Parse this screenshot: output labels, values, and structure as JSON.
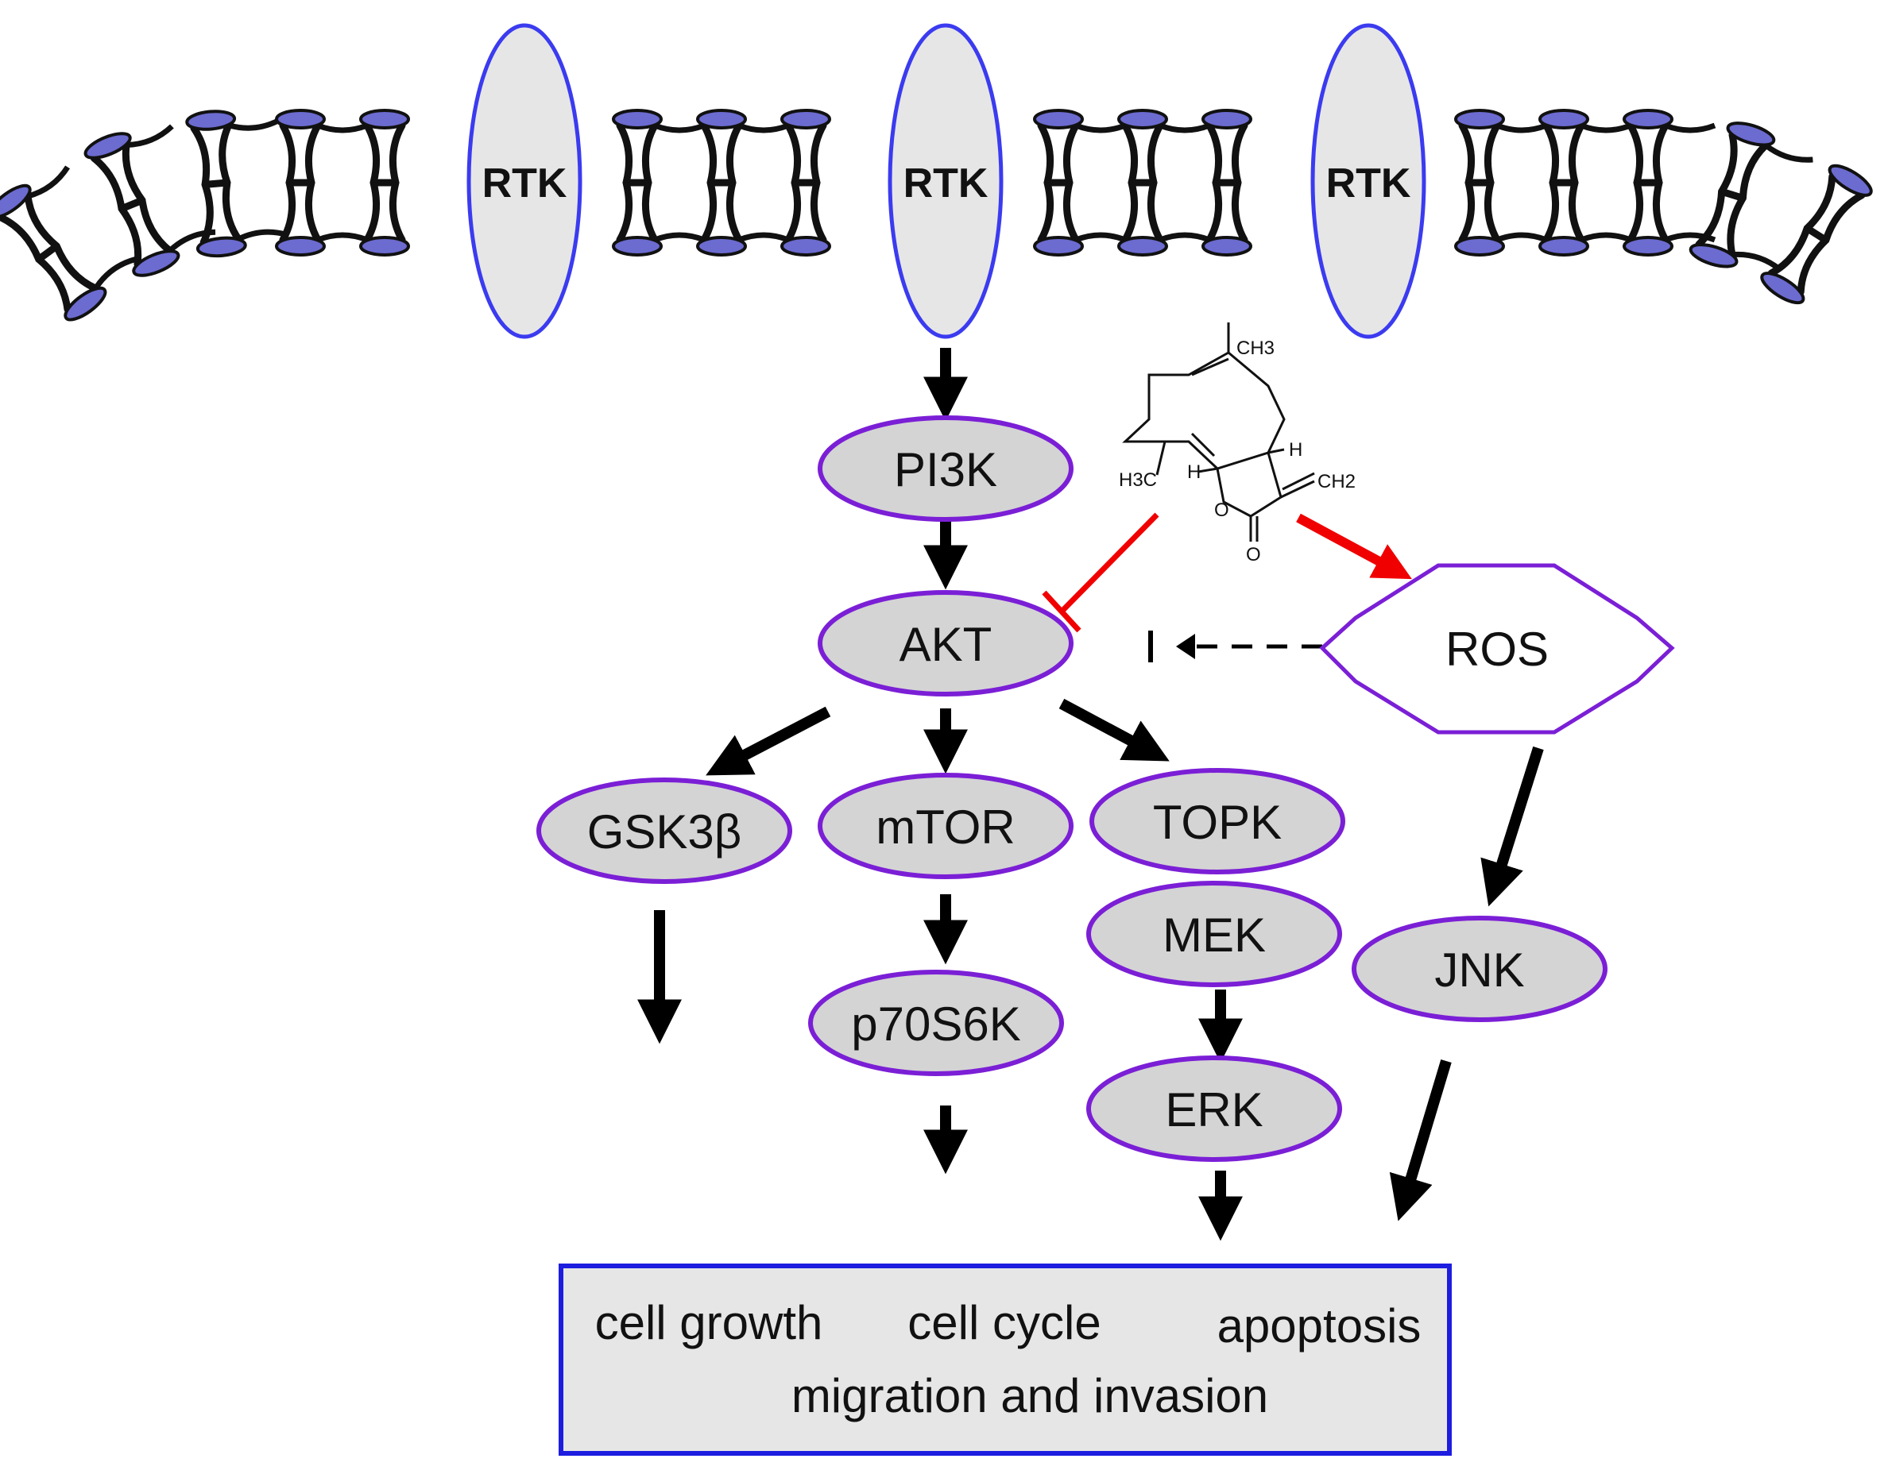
{
  "membrane": {
    "receptor_label": "RTK",
    "colors": {
      "lipid_head": "#6b6bd0",
      "lipid_tail": "#111111",
      "receptor_fill": "#e6e6e6",
      "receptor_stroke": "#3b3bf0"
    }
  },
  "compound": {
    "labels": [
      "CH3",
      "H3C",
      "H",
      "H",
      "CH2",
      "O",
      "O"
    ],
    "colors": {
      "inhibition_stroke": "#f00000",
      "activation_stroke": "#f00000"
    }
  },
  "nodes": {
    "pi3k": "PI3K",
    "akt": "AKT",
    "gsk3b": "GSK3β",
    "mtor": "mTOR",
    "topk": "TOPK",
    "mek": "MEK",
    "erk": "ERK",
    "p70s6k": "p70S6K",
    "ros": "ROS",
    "jnk": "JNK"
  },
  "outcomes": {
    "cell_growth": "cell growth",
    "cell_cycle": "cell cycle",
    "apoptosis": "apoptosis",
    "migration_invasion": "migration and invasion"
  },
  "colors": {
    "node_fill": "#d4d4d4",
    "node_stroke": "#7b1fd6",
    "ros_stroke": "#7b1fd6",
    "outcome_box_fill": "#e6e6e6",
    "outcome_box_stroke": "#1d1de0",
    "arrow": "#000000",
    "inhibitor": "#f00000"
  }
}
